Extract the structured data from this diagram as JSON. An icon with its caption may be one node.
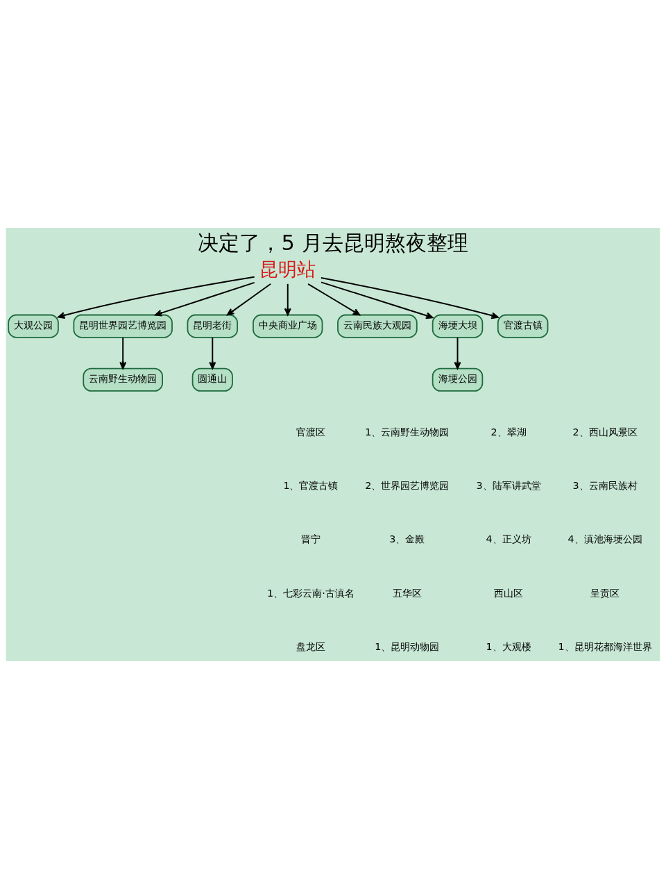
{
  "diagram": {
    "title": "决定了，5 月去昆明熬夜整理",
    "nodes": [
      {
        "text": [
          "昆明站"
        ]
      },
      {
        "text": [
          "大观公园"
        ]
      },
      {
        "text": [
          "云南野生动物园"
        ]
      },
      {
        "text": [
          "圆通山"
        ]
      },
      {
        "text": [
          "昆明世界园艺博览园"
        ]
      },
      {
        "text": [
          "昆明老街"
        ]
      },
      {
        "text": [
          "中央商业广场"
        ]
      },
      {
        "text": [
          "云南民族大观园"
        ]
      },
      {
        "text": [
          "海埂大坝"
        ]
      },
      {
        "text": [
          "官渡古镇"
        ]
      },
      {
        "text": [
          "海埂公园"
        ]
      }
    ],
    "edges": [
      {
        "from": 0,
        "to": 1,
        "arrow": "to"
      },
      {
        "from": 0,
        "to": 4,
        "arrow": "to"
      },
      {
        "from": 4,
        "to": 2,
        "arrow": "to"
      },
      {
        "from": 0,
        "to": 5,
        "arrow": "to"
      },
      {
        "from": 5,
        "to": 3,
        "arrow": "to"
      },
      {
        "from": 0,
        "to": 6,
        "arrow": "to"
      },
      {
        "from": 0,
        "to": 7,
        "arrow": "to"
      },
      {
        "from": 0,
        "to": 8,
        "arrow": "to"
      },
      {
        "from": 8,
        "to": 10,
        "arrow": "to"
      },
      {
        "from": 0,
        "to": 9,
        "arrow": "to"
      }
    ],
    "labels": [
      "官渡区",
      "1、官渡古镇",
      "晋宁",
      "1、七彩云南·古滇名",
      "盘龙区",
      "1、云南野生动物园",
      "2、世界园艺博览园",
      "3、金殿",
      "五华区",
      "1、昆明动物园",
      "2、翠湖",
      "3、陆军讲武堂",
      "4、正义坊",
      "西山区",
      "1、大观楼",
      "2、西山风景区",
      "3、云南民族村",
      "4、滇池海埂公园",
      "呈贡区",
      "1、昆明花都海洋世界"
    ]
  }
}
